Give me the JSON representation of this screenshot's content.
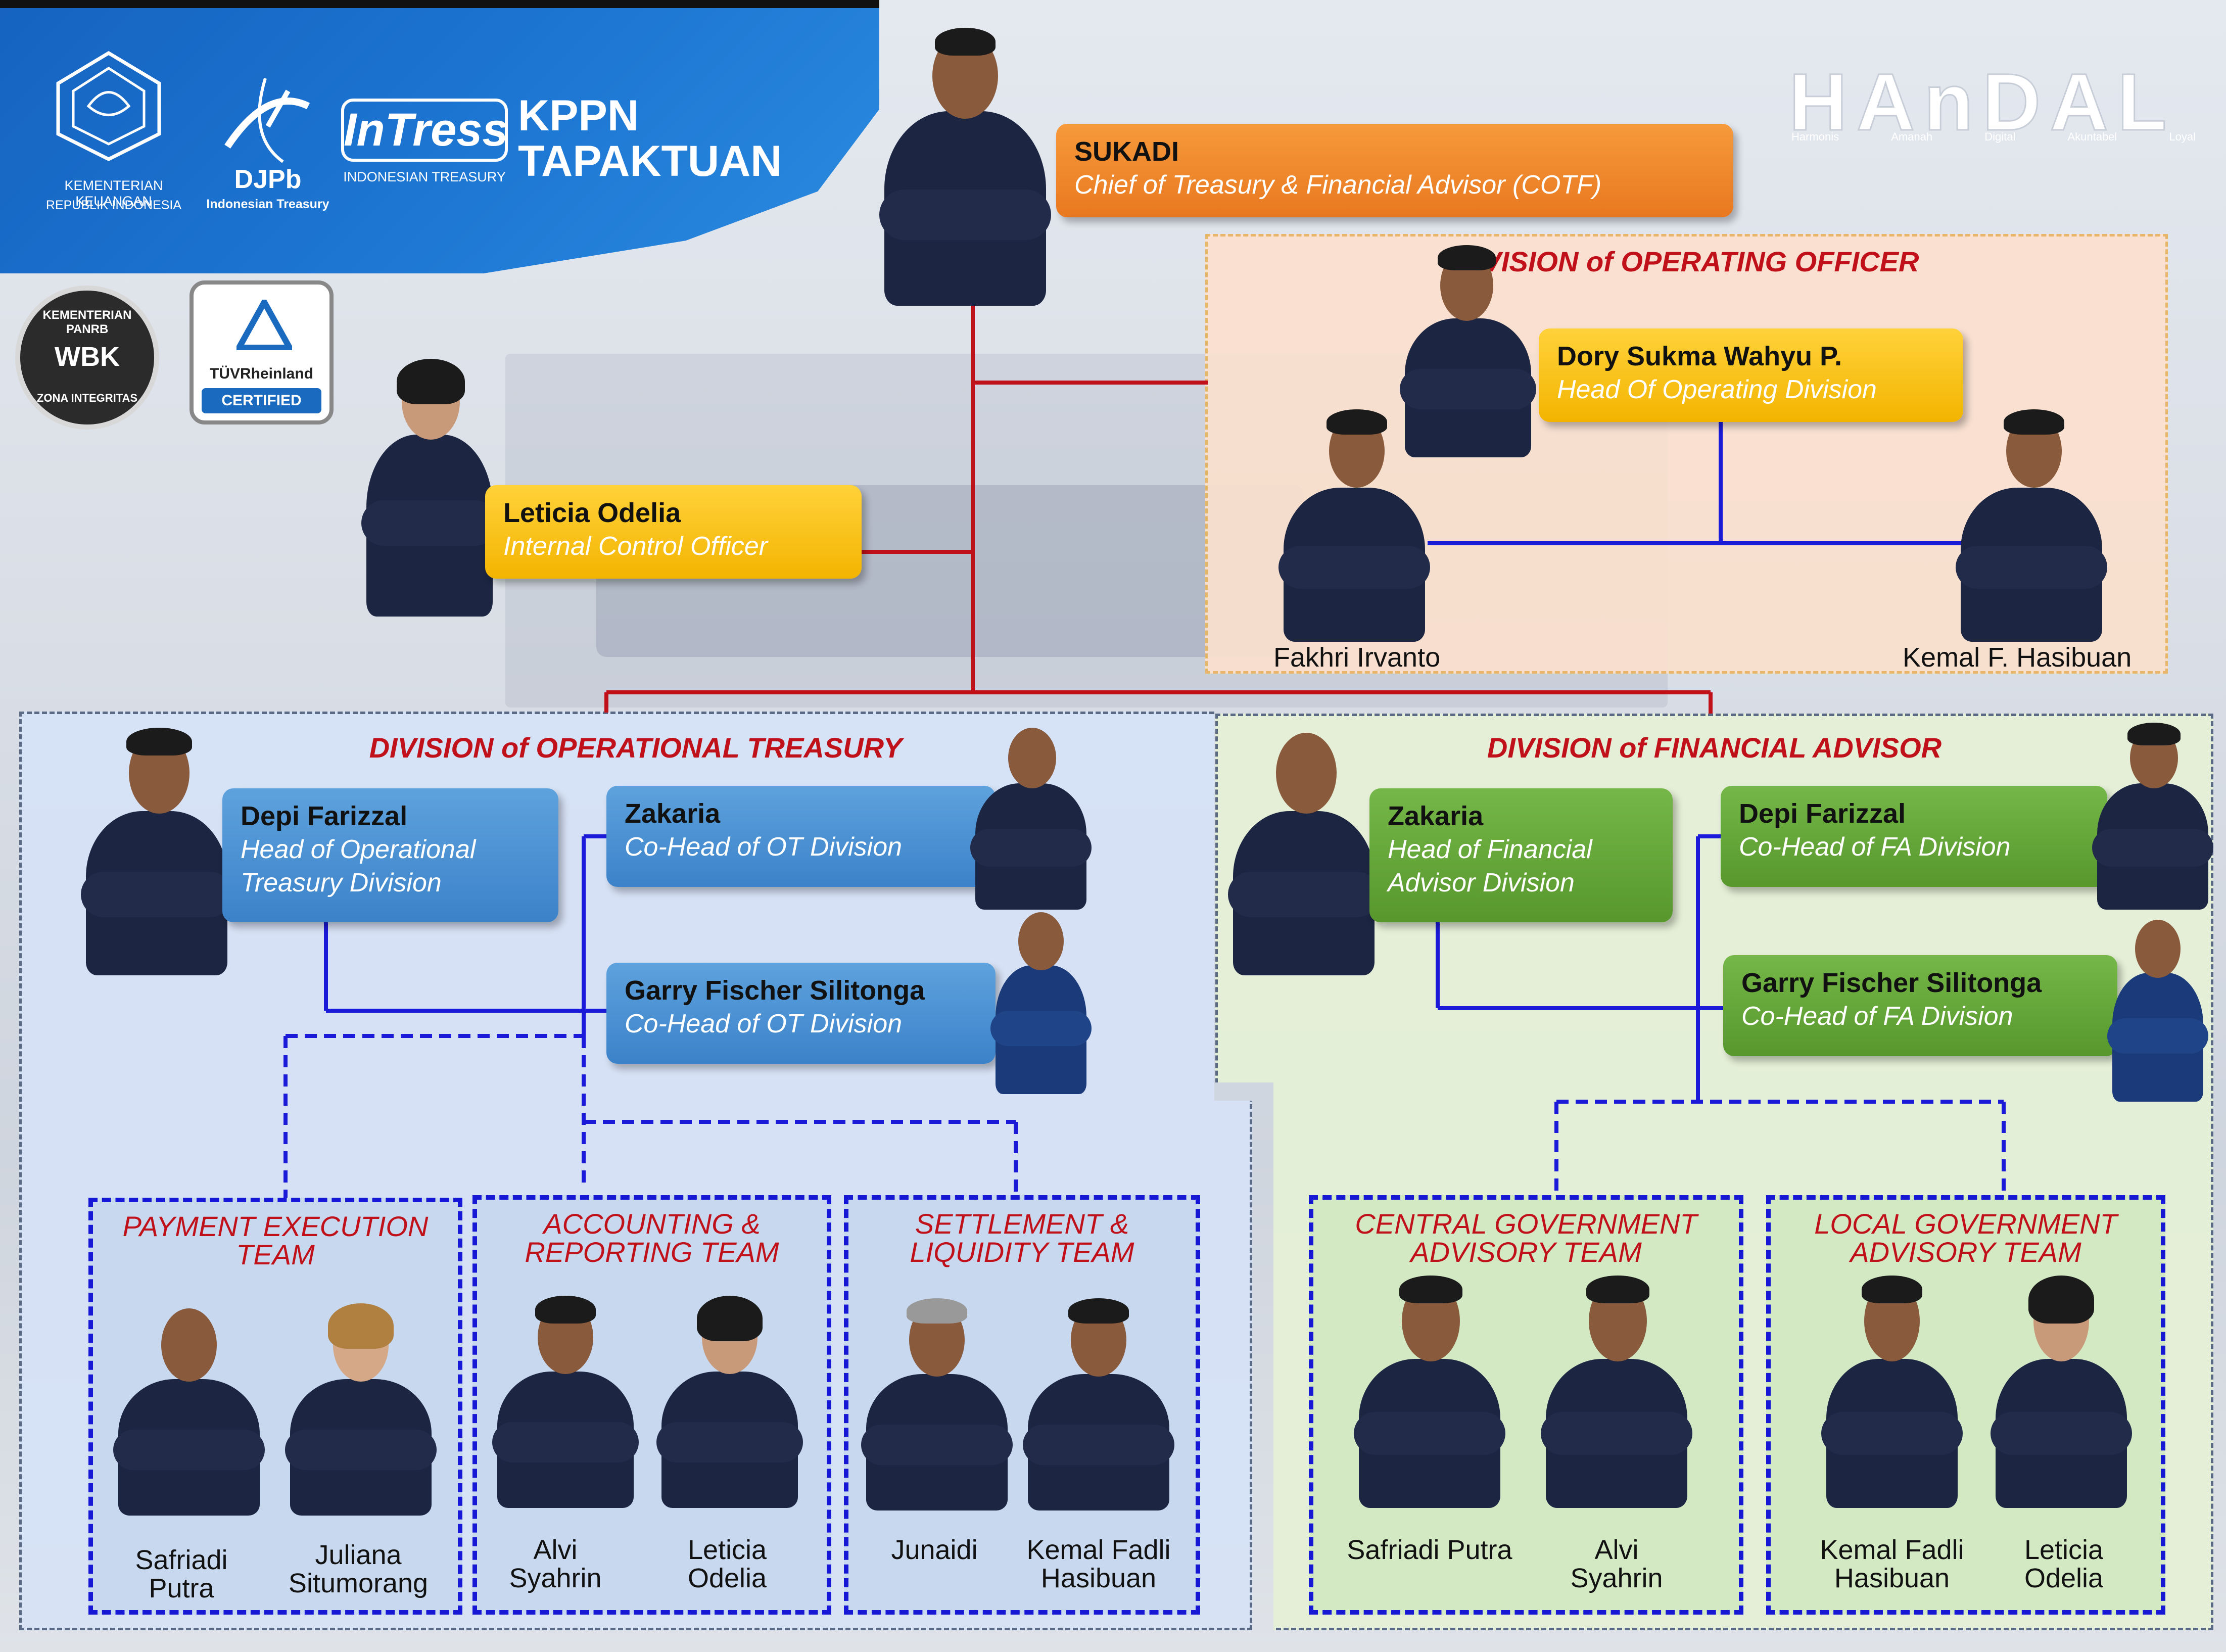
{
  "header": {
    "ministry_line1": "KEMENTERIAN KEUANGAN",
    "ministry_line2": "REPUBLIK INDONESIA",
    "djpb": "DJPb",
    "djpb_sub": "Indonesian Treasury",
    "intress": "InTress",
    "intress_sub": "INDONESIAN TREASURY",
    "office_line1": "KPPN",
    "office_line2": "TAPAKTUAN",
    "handal": "HAnDAL",
    "handal_values": [
      "Harmonis",
      "Amanah",
      "Digital",
      "Akuntabel",
      "Loyal"
    ],
    "badge_wbk_top": "KEMENTERIAN PANRB",
    "badge_wbk_mid": "WBK",
    "badge_wbk_bottom": "ZONA INTEGRITAS",
    "badge_tuv": "TÜVRheinland",
    "badge_tuv_cert": "CERTIFIED"
  },
  "chief": {
    "name": "SUKADI",
    "role": "Chief of Treasury & Financial Advisor (COTF)"
  },
  "internal_control": {
    "name": "Leticia Odelia",
    "role": "Internal Control Officer"
  },
  "operating_division": {
    "title": "DIVISION of OPERATING OFFICER",
    "head": {
      "name": "Dory Sukma Wahyu P.",
      "role": "Head Of Operating Division"
    },
    "members": [
      "Fakhri Irvanto",
      "Kemal F. Hasibuan"
    ]
  },
  "ot_division": {
    "title": "DIVISION of OPERATIONAL TREASURY",
    "head": {
      "name": "Depi Farizzal",
      "role": "Head of Operational Treasury Division"
    },
    "cohead1": {
      "name": "Zakaria",
      "role": "Co-Head of OT Division"
    },
    "cohead2": {
      "name": "Garry Fischer Silitonga",
      "role": "Co-Head of OT Division"
    },
    "teams": [
      {
        "title": "PAYMENT EXECUTION TEAM",
        "members": [
          "Safriadi Putra",
          "Juliana Situmorang"
        ]
      },
      {
        "title": "ACCOUNTING & REPORTING TEAM",
        "members": [
          "Alvi Syahrin",
          "Leticia Odelia"
        ]
      },
      {
        "title": "SETTLEMENT & LIQUIDITY TEAM",
        "members": [
          "Junaidi",
          "Kemal Fadli Hasibuan"
        ]
      }
    ]
  },
  "fa_division": {
    "title": "DIVISION of FINANCIAL ADVISOR",
    "head": {
      "name": "Zakaria",
      "role": "Head of Financial Advisor Division"
    },
    "cohead1": {
      "name": "Depi Farizzal",
      "role": "Co-Head of FA Division"
    },
    "cohead2": {
      "name": "Garry Fischer Silitonga",
      "role": "Co-Head of FA Division"
    },
    "teams": [
      {
        "title": "CENTRAL GOVERNMENT ADVISORY TEAM",
        "members": [
          "Safriadi Putra",
          "Alvi Syahrin"
        ]
      },
      {
        "title": "LOCAL GOVERNMENT ADVISORY TEAM",
        "members": [
          "Kemal Fadli Hasibuan",
          "Leticia Odelia"
        ]
      }
    ]
  },
  "colors": {
    "connector_red": "#c0101a",
    "connector_blue": "#1a1ad8",
    "chief_card": "#ee8428",
    "officer_card": "#f8c21a",
    "ot_card": "#4a90d2",
    "fa_card": "#64a83a"
  }
}
